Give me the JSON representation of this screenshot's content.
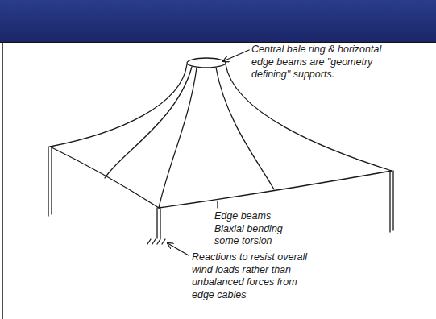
{
  "diagram": {
    "labels": [
      "Central bale ring & horizontal edge beams are \"geometry defining\" supports.",
      "Edge beams Biaxial bending some torsion",
      "Reactions to resist overall wind loads rather than unbalanced forces from edge cables"
    ]
  }
}
